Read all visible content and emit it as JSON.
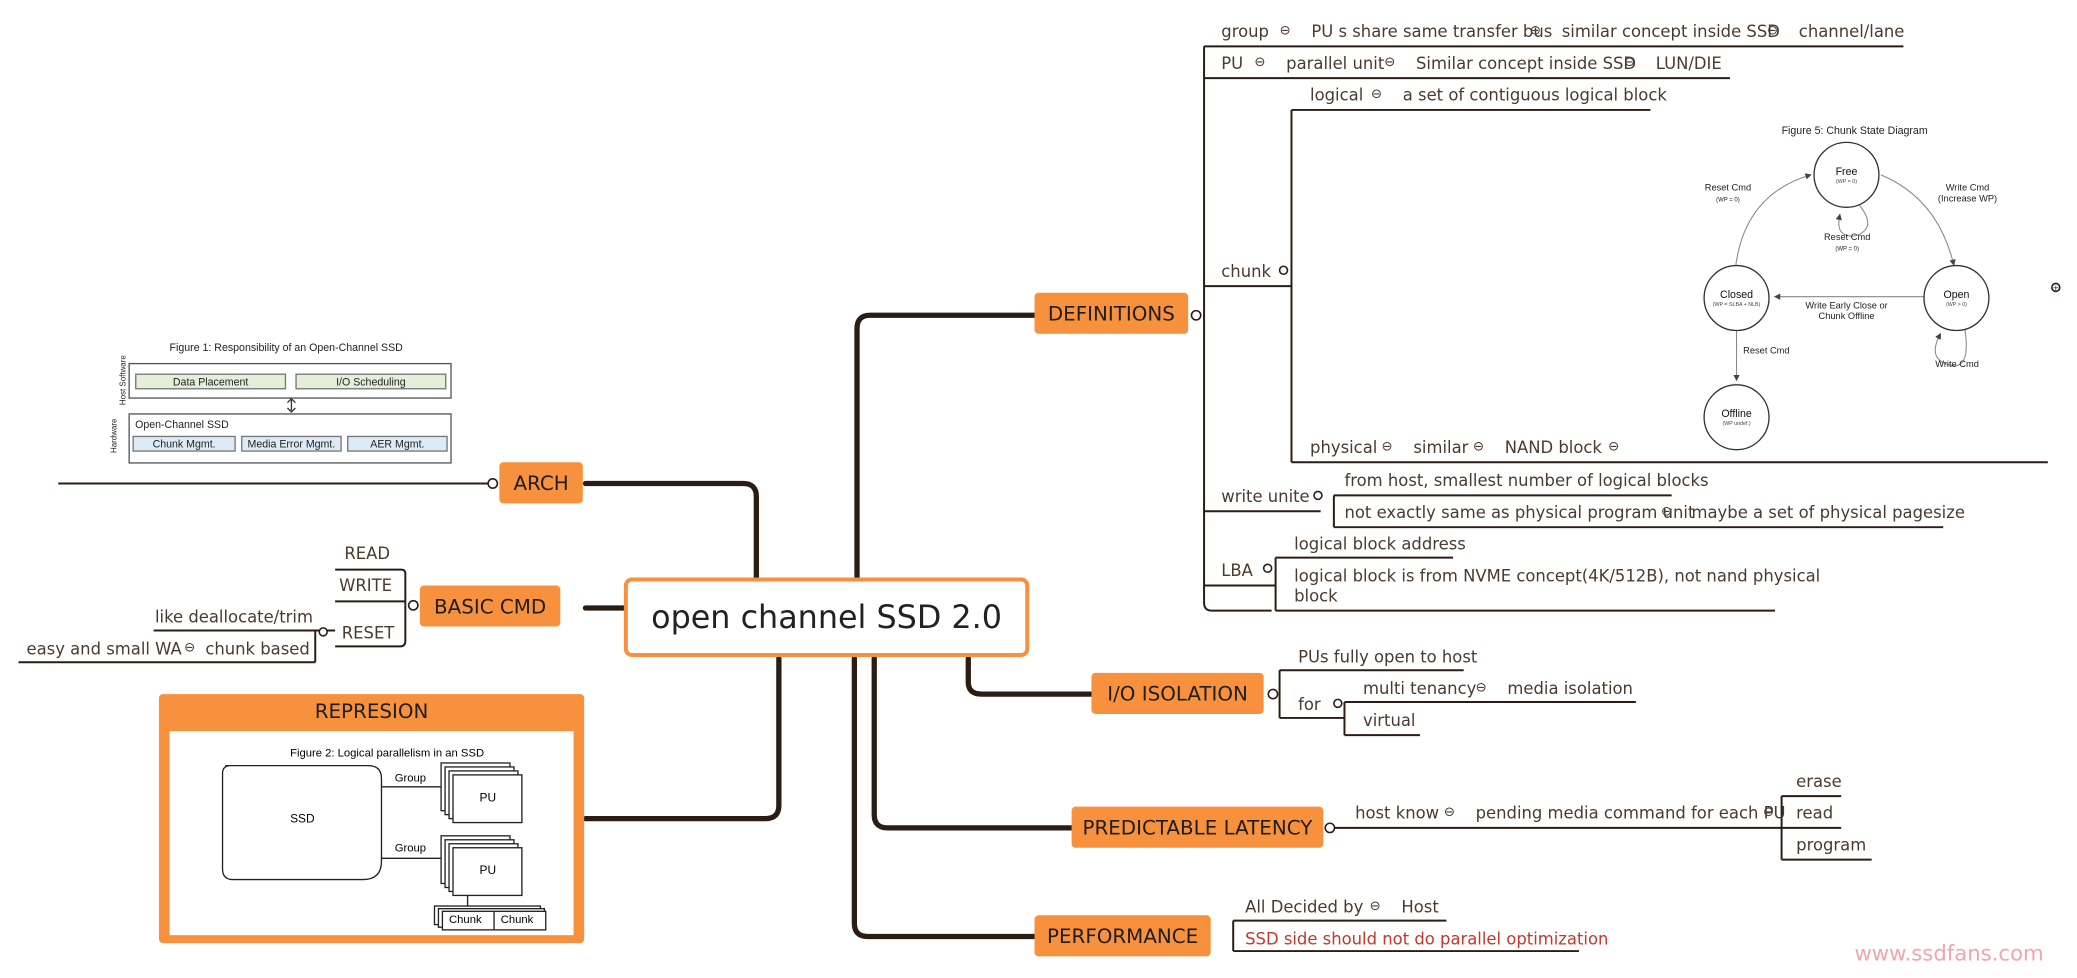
{
  "central": "open channel SSD 2.0",
  "branches": {
    "arch": "ARCH",
    "basic_cmd": "BASIC CMD",
    "represion": "REPRESION",
    "definitions": "DEFINITIONS",
    "io_isolation": "I/O ISOLATION",
    "predictable_latency": "PREDICTABLE LATENCY",
    "performance": "PERFORMANCE"
  },
  "basic_cmd": {
    "read": "READ",
    "write": "WRITE",
    "reset": "RESET",
    "reset_like": "like deallocate/trim",
    "reset_chunk": "chunk based",
    "reset_wa": "easy and small WA"
  },
  "definitions": {
    "group": "group",
    "group_1": "PU s share same transfer bus",
    "group_2": "similar concept inside SSD",
    "group_3": "channel/lane",
    "pu": "PU",
    "pu_1": "parallel unit",
    "pu_2": "Similar concept inside SSD",
    "pu_3": "LUN/DIE",
    "chunk": "chunk",
    "chunk_logical": "logical",
    "chunk_logical_1": "a set of contiguous logical block",
    "chunk_physical": "physical",
    "chunk_physical_1": "similar",
    "chunk_physical_2": "NAND block",
    "write_unit": "write unite",
    "write_unit_1": "from host, smallest number of logical blocks",
    "write_unit_2": "not exactly same as physical program unit",
    "write_unit_3": "maybe  a set of physical pagesize",
    "lba": "LBA",
    "lba_1": "logical block address",
    "lba_2a": "logical block is from NVME concept(4K/512B), not nand physical",
    "lba_2b": "block"
  },
  "io_isolation": {
    "pus_open": "PUs fully open to host",
    "for": "for",
    "multi_tenancy": "multi tenancy",
    "media_isolation": "media isolation",
    "virtual": "virtual"
  },
  "predictable_latency": {
    "host_know": "host know",
    "pending": "pending media command for each PU",
    "erase": "erase",
    "read": "read",
    "program": "program"
  },
  "performance": {
    "all_decided": "All Decided by",
    "host": "Host",
    "ssd_side": "SSD side should not do parallel optimization"
  },
  "figure1": {
    "caption": "Figure 1: Responsibility of an Open-Channel SSD",
    "host_software": "Host Software",
    "hardware": "Hardware",
    "data_placement": "Data Placement",
    "io_scheduling": "I/O Scheduling",
    "ocssd": "Open-Channel SSD",
    "chunk_mgmt": "Chunk Mgmt.",
    "media_error": "Media Error Mgmt.",
    "aer_mgmt": "AER Mgmt."
  },
  "figure2": {
    "caption": "Figure 2: Logical parallelism in an SSD",
    "ssd": "SSD",
    "group1": "Group",
    "group2": "Group",
    "pu1": "PU",
    "pu2": "PU",
    "chunk1": "Chunk",
    "chunk2": "Chunk"
  },
  "figure5": {
    "caption": "Figure 5: Chunk State Diagram",
    "free": "Free",
    "free_sub": "(WP = 0)",
    "open": "Open",
    "open_sub": "(WP > 0)",
    "closed": "Closed",
    "closed_sub": "(WP = SLBA + NLB)",
    "offline": "Offline",
    "offline_sub": "(WP undef.)",
    "reset_cmd_left": "Reset Cmd",
    "reset_cmd_left_sub": "(WP = 0)",
    "reset_cmd_mid": "Reset Cmd",
    "reset_cmd_mid_sub": "(WP = 0)",
    "write_cmd_top": "Write Cmd",
    "write_cmd_top_sub": "(Increase WP)",
    "write_early_close": "Write Early Close or",
    "chunk_offline": "Chunk Offline",
    "reset_cmd_down": "Reset Cmd",
    "write_cmd_loop": "Write Cmd"
  },
  "watermark": "www.ssdfans.com",
  "colors": {
    "accent": "#f7913d",
    "branch_line": "#2b1d14",
    "text": "#4a3b2e",
    "red_text": "#c0392b",
    "watermark": "#f1a5ad"
  }
}
